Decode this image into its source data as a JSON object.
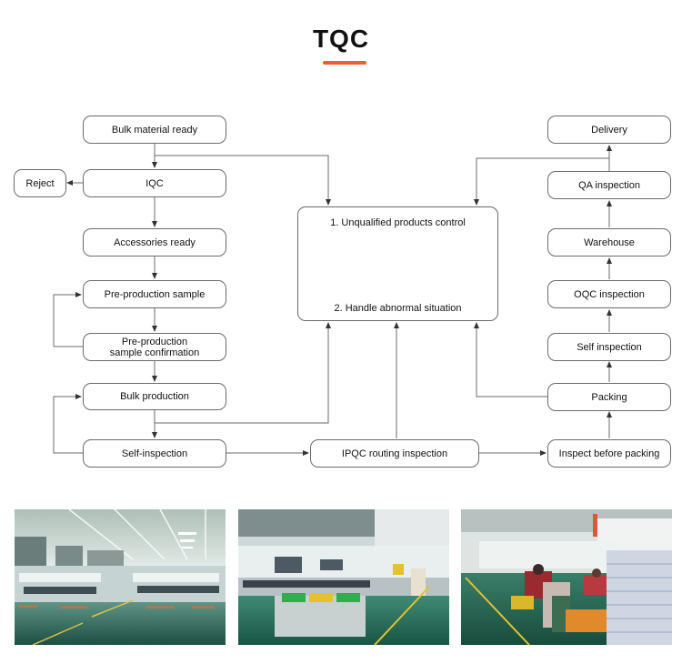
{
  "title": "TQC",
  "accent_color": "#e8602c",
  "flowchart": {
    "nodes": {
      "bulk_material_ready": "Bulk material ready",
      "iqc": "IQC",
      "reject": "Reject",
      "accessories_ready": "Accessories ready",
      "pre_production_sample": "Pre-production sample",
      "pre_production_confirmation_line1": "Pre-production",
      "pre_production_confirmation_line2": "sample confirmation",
      "bulk_production": "Bulk production",
      "self_inspection_left": "Self-inspection",
      "ipqc_routing": "IPQC routing inspection",
      "inspect_before_packing": "Inspect before packing",
      "packing": "Packing",
      "self_inspection_right": "Self inspection",
      "oqc_inspection": "OQC inspection",
      "warehouse": "Warehouse",
      "qa_inspection": "QA inspection",
      "delivery": "Delivery",
      "control_line1": "1. Unqualified products control",
      "control_line2": "2. Handle abnormal situation"
    },
    "edges": [
      [
        "Bulk material ready",
        "IQC"
      ],
      [
        "Bulk material ready",
        "Unqualified products control"
      ],
      [
        "IQC",
        "Reject"
      ],
      [
        "IQC",
        "Accessories ready"
      ],
      [
        "Accessories ready",
        "Pre-production sample"
      ],
      [
        "Pre-production sample",
        "Pre-production sample confirmation"
      ],
      [
        "Pre-production sample confirmation",
        "Pre-production sample"
      ],
      [
        "Pre-production sample confirmation",
        "Bulk production"
      ],
      [
        "Bulk production",
        "Self-inspection"
      ],
      [
        "Bulk production",
        "Unqualified products control"
      ],
      [
        "Self-inspection",
        "Bulk production"
      ],
      [
        "Self-inspection",
        "IPQC routing inspection"
      ],
      [
        "IPQC routing inspection",
        "Unqualified products control"
      ],
      [
        "IPQC routing inspection",
        "Inspect before packing"
      ],
      [
        "Inspect before packing",
        "Packing"
      ],
      [
        "Packing",
        "Self inspection"
      ],
      [
        "Packing",
        "Unqualified products control"
      ],
      [
        "Self inspection",
        "OQC inspection"
      ],
      [
        "OQC inspection",
        "Warehouse"
      ],
      [
        "Warehouse",
        "QA inspection"
      ],
      [
        "QA inspection",
        "Delivery"
      ],
      [
        "QA inspection",
        "Unqualified products control"
      ]
    ]
  },
  "photos": [
    {
      "subject": "factory workshop with assembly workbenches"
    },
    {
      "subject": "production line workstations with green and yellow bins"
    },
    {
      "subject": "workers packing products with stacked boxes and orange cart"
    }
  ]
}
